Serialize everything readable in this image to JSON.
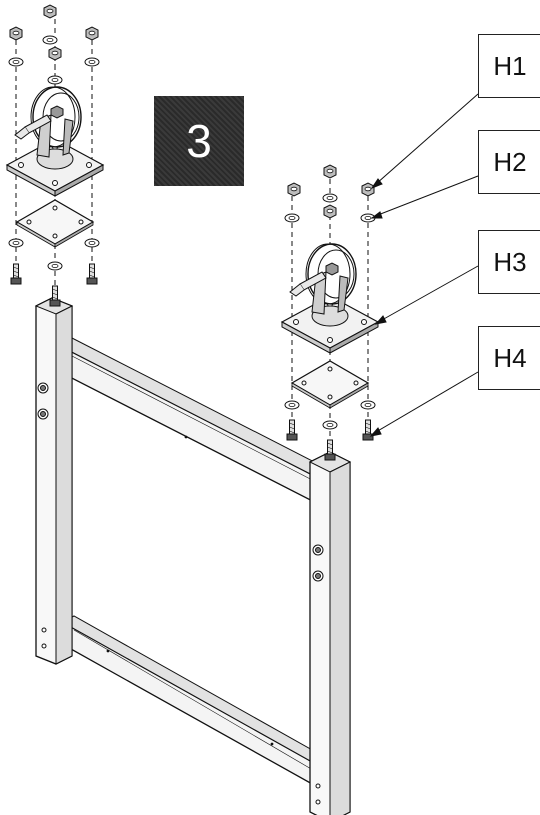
{
  "step": {
    "number": "3"
  },
  "callouts": [
    {
      "label": "H1"
    },
    {
      "label": "H2"
    },
    {
      "label": "H3"
    },
    {
      "label": "H4"
    }
  ]
}
